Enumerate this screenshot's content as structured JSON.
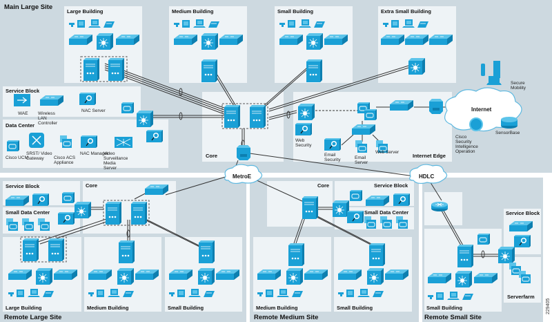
{
  "figure_id": "229405",
  "colors": {
    "site_bg": "#cdd9e0",
    "block_bg": "#eef3f6",
    "device": "#1aa0d6",
    "device_dark": "#0d7fb0",
    "device_light": "#5cc4ea",
    "line": "#3a3a3a",
    "cloud": "#ffffff",
    "cloud_stroke": "#5cb8e0"
  },
  "sites": {
    "main": {
      "title": "Main Large Site"
    },
    "remote_large": {
      "title": "Remote Large Site"
    },
    "remote_medium": {
      "title": "Remote Medium Site"
    },
    "remote_small": {
      "title": "Remote Small Site"
    }
  },
  "main": {
    "buildings": [
      {
        "title": "Large Building"
      },
      {
        "title": "Medium Building"
      },
      {
        "title": "Small Building"
      },
      {
        "title": "Extra Small Building"
      }
    ],
    "service_block": {
      "title": "Service Block",
      "devices": [
        {
          "label": "WAE",
          "icon": "wae-icon"
        },
        {
          "label": "Wireless LAN Controller",
          "icon": "wlc-icon"
        },
        {
          "label": "NAC Server",
          "icon": "nac-icon"
        }
      ]
    },
    "data_center": {
      "title": "Data Center",
      "devices": [
        {
          "label": "Cisco UCM",
          "icon": "ucm-icon"
        },
        {
          "label": "SRST/ Video Gateway",
          "icon": "voice-router-icon"
        },
        {
          "label": "Cisco ACS Appliance",
          "icon": "acs-icon"
        },
        {
          "label": "NAC Manager",
          "icon": "nac-icon"
        },
        {
          "label": "Video Surveillance Media Server",
          "icon": "video-server-icon"
        }
      ]
    },
    "core": {
      "title": "Core"
    },
    "internet_edge": {
      "title": "Internet Edge",
      "devices": [
        {
          "label": "Web Security",
          "icon": "web-security-icon"
        },
        {
          "label": "Email Security",
          "icon": "email-security-icon"
        },
        {
          "label": "Email Server",
          "icon": "server-icon"
        },
        {
          "label": "Web Server",
          "icon": "server-icon"
        }
      ]
    },
    "internet": {
      "label": "Internet",
      "items": [
        {
          "label": "Secure Mobility",
          "icon": "mobile-devices-icon"
        },
        {
          "label": "Cisco Security Intelligence Operation",
          "icon": "sio-icon"
        },
        {
          "label": "SensorBase",
          "icon": "database-icon"
        }
      ]
    }
  },
  "wan": {
    "metroe": "MetroE",
    "hdlc": "HDLC"
  },
  "remote_large": {
    "service_block": "Service Block",
    "small_data_center": "Small Data Center",
    "core": "Core",
    "buildings": [
      "Large Building",
      "Medium Building",
      "Small Building"
    ]
  },
  "remote_medium": {
    "core": "Core",
    "service_block": "Service Block",
    "small_data_center": "Small Data Center",
    "buildings": [
      "Medium Building",
      "Small Building"
    ]
  },
  "remote_small": {
    "service_block": "Service Block",
    "serverfarm": "Serverfarm",
    "buildings": [
      "Small Building"
    ]
  }
}
